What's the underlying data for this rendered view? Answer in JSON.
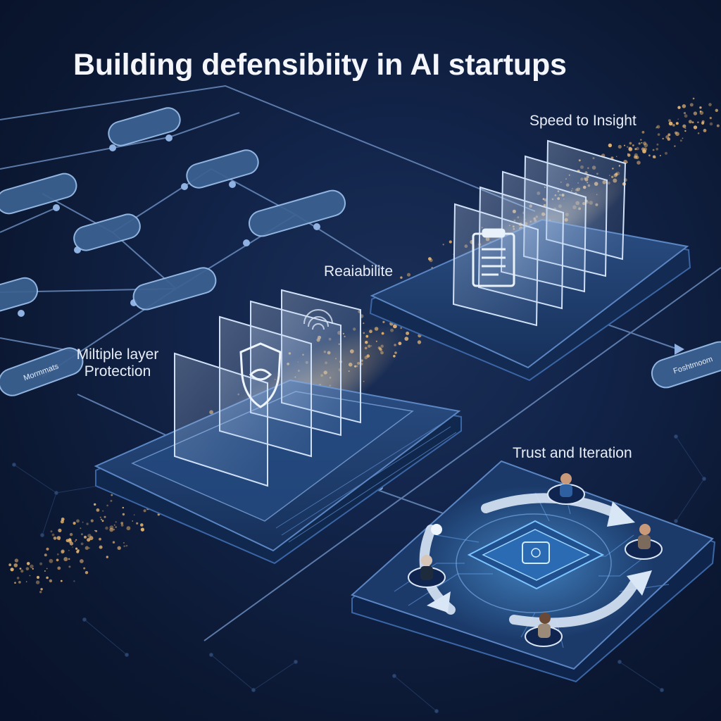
{
  "title": "Building defensibiity in AI startups",
  "labels": {
    "speed": "Speed to Insight",
    "reliability": "Reaiabilite",
    "protection_line1": "Miltiple layer",
    "protection_line2": "Protection",
    "trust": "Trust and Iteration"
  },
  "nodes": [
    "",
    "",
    "",
    "",
    "Mormmats",
    "",
    "",
    "",
    "",
    "",
    "",
    "Foshtmoom"
  ],
  "colors": {
    "background": "#0d1b33",
    "line": "#6f92c4",
    "node_fill": "#3c6292",
    "particles": "#e8b673",
    "platform": "#1f3d6d"
  },
  "icons": [
    "shield-icon",
    "document-icon",
    "chip-icon",
    "cycle-arrows-icon",
    "person-icon"
  ]
}
